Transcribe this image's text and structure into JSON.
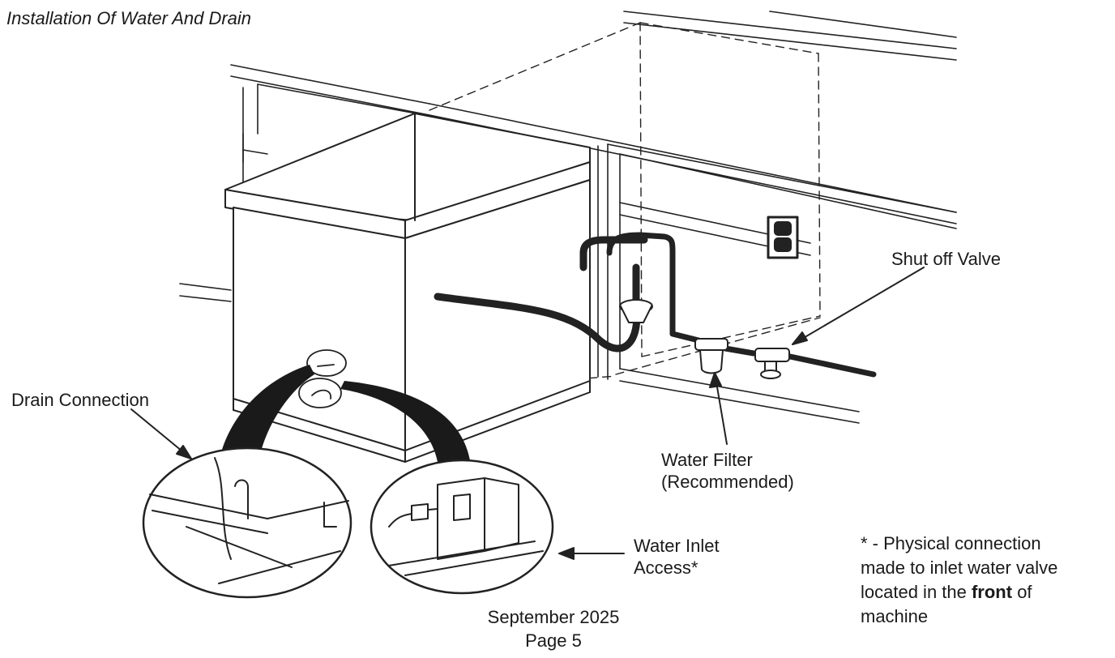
{
  "title": "Installation Of Water And Drain",
  "labels": {
    "shut_off_valve": "Shut off Valve",
    "drain_connection": "Drain Connection",
    "water_filter_line1": "Water Filter",
    "water_filter_line2": "(Recommended)",
    "water_inlet_line1": "Water Inlet",
    "water_inlet_line2": "Access*"
  },
  "note": {
    "line1": "* - Physical connection",
    "line2": "made to inlet water valve",
    "line3_pre": "located in the ",
    "line3_bold": "front",
    "line3_post": " of",
    "line4": "machine"
  },
  "footer": {
    "date": "September 2025",
    "page": "Page 5"
  }
}
